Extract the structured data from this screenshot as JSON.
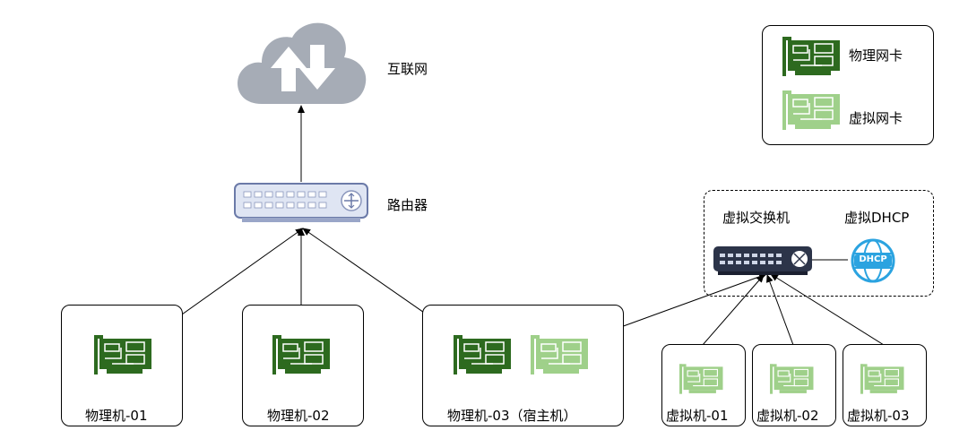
{
  "internet": {
    "label": "互联网"
  },
  "router": {
    "label": "路由器"
  },
  "legend": {
    "physical": "物理网卡",
    "virtual": "虚拟网卡"
  },
  "virtual_network": {
    "switch_label": "虚拟交换机",
    "dhcp_label": "虚拟DHCP",
    "dhcp_icon_text": "DHCP"
  },
  "hosts": {
    "pm01": "物理机-01",
    "pm02": "物理机-02",
    "pm03": "物理机-03（宿主机）",
    "vm01": "虚拟机-01",
    "vm02": "虚拟机-02",
    "vm03": "虚拟机-03"
  },
  "colors": {
    "physical_nic": "#2d6a1f",
    "virtual_nic": "#9fd08a",
    "cloud": "#a6acb6",
    "router_body": "#dfe5f3",
    "router_border": "#6b7aa8",
    "switch_body": "#2c3449",
    "dhcp_globe": "#2ba3e0"
  }
}
